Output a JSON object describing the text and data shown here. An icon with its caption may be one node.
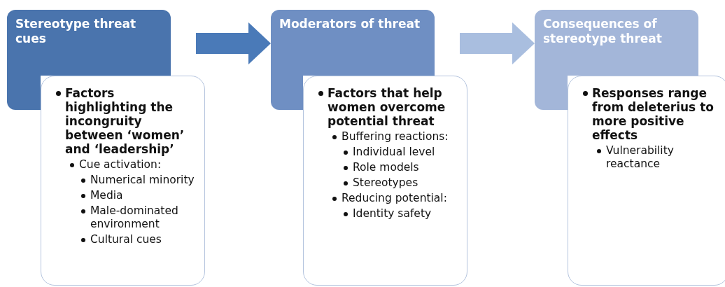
{
  "diagram": {
    "nodes": [
      {
        "text": [
          "Stereotype threat cues"
        ]
      },
      {
        "text": [
          "Factors highlighting the incongruity between ‘women’ and ‘leadership’",
          "Cue activation:",
          "Numerical minority",
          "Media",
          "Male-dominated environment",
          "Cultural cues"
        ]
      },
      {
        "text": [
          "Moderators of threat"
        ]
      },
      {
        "text": [
          "Factors that help women overcome potential threat",
          "Buffering reactions:",
          "Individual level",
          "Role models",
          "Stereotypes",
          "Reducing potential:",
          "Identity safety"
        ]
      },
      {
        "text": [
          "Consequences of stereotype threat"
        ]
      },
      {
        "text": [
          "Responses range from deleterius to more positive effects",
          "Vulnerability reactance"
        ]
      }
    ],
    "edges": [
      {
        "from": 0,
        "to": 2,
        "arrow": "to",
        "color": "#4a7ab8"
      },
      {
        "from": 2,
        "to": 4,
        "arrow": "to",
        "color": "#a9bedf"
      }
    ]
  }
}
